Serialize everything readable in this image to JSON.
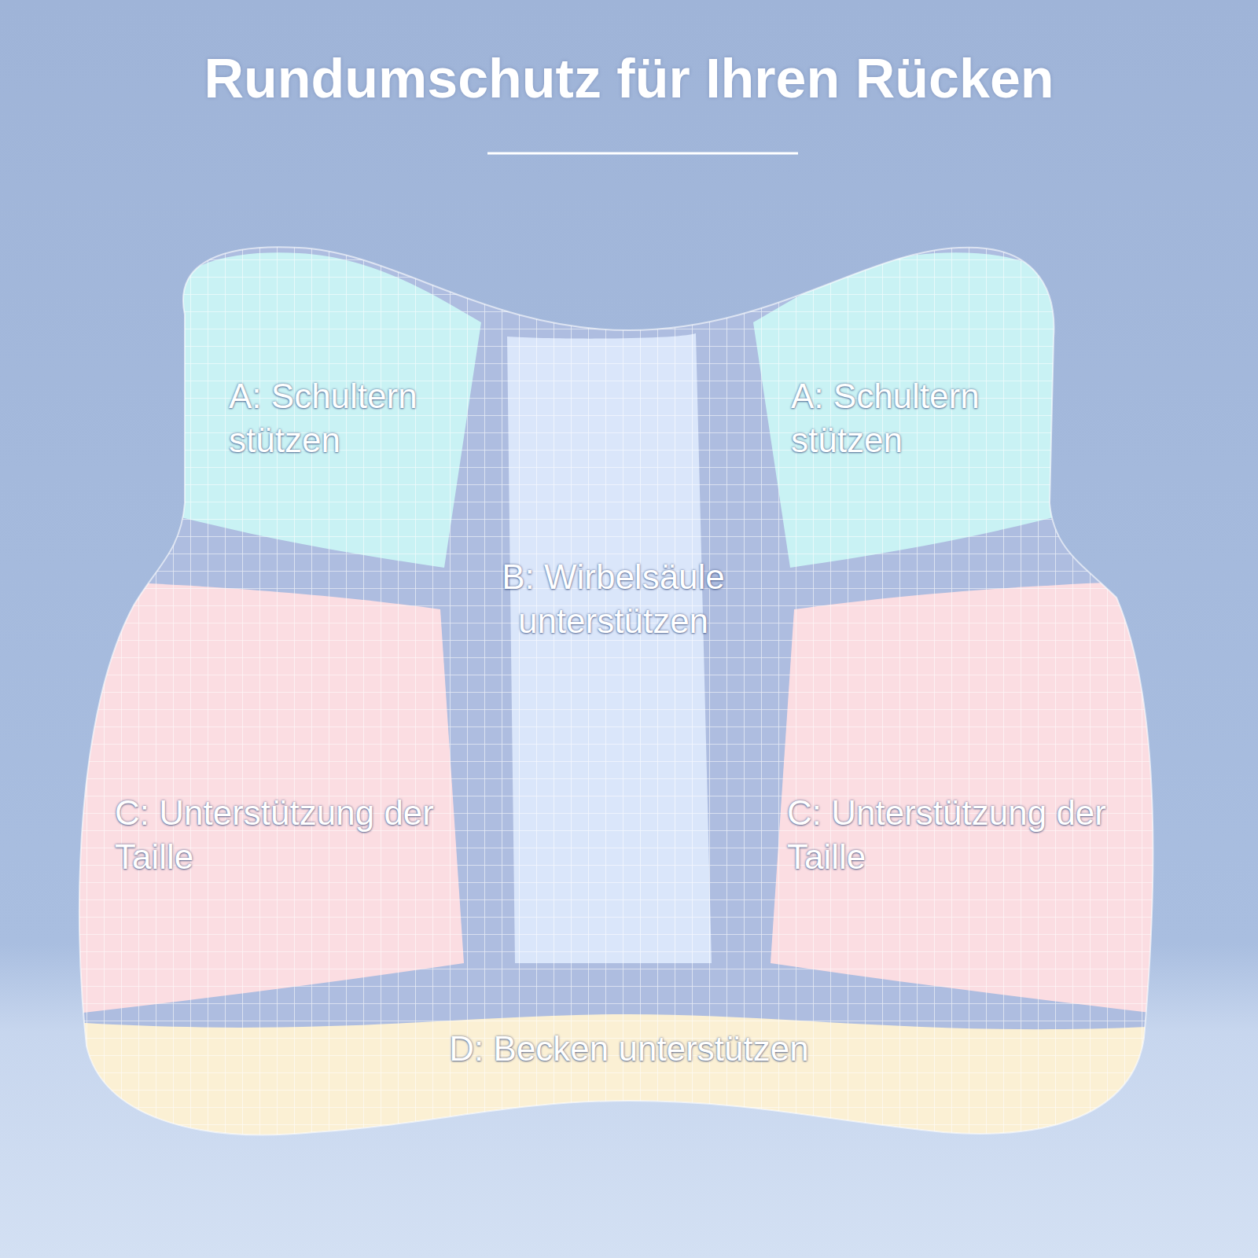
{
  "diagram": {
    "title": "Rundumschutz für Ihren Rücken",
    "nodes": [
      {
        "text": [
          "A: Schultern stützen"
        ]
      },
      {
        "text": [
          "A: Schultern stützen"
        ]
      },
      {
        "text": [
          "B: Wirbelsäule unterstützen"
        ]
      },
      {
        "text": [
          "C: Unterstützung der Taille"
        ]
      },
      {
        "text": [
          "C: Unterstützung der Taille"
        ]
      },
      {
        "text": [
          "D: Becken unterstützen"
        ]
      }
    ]
  }
}
